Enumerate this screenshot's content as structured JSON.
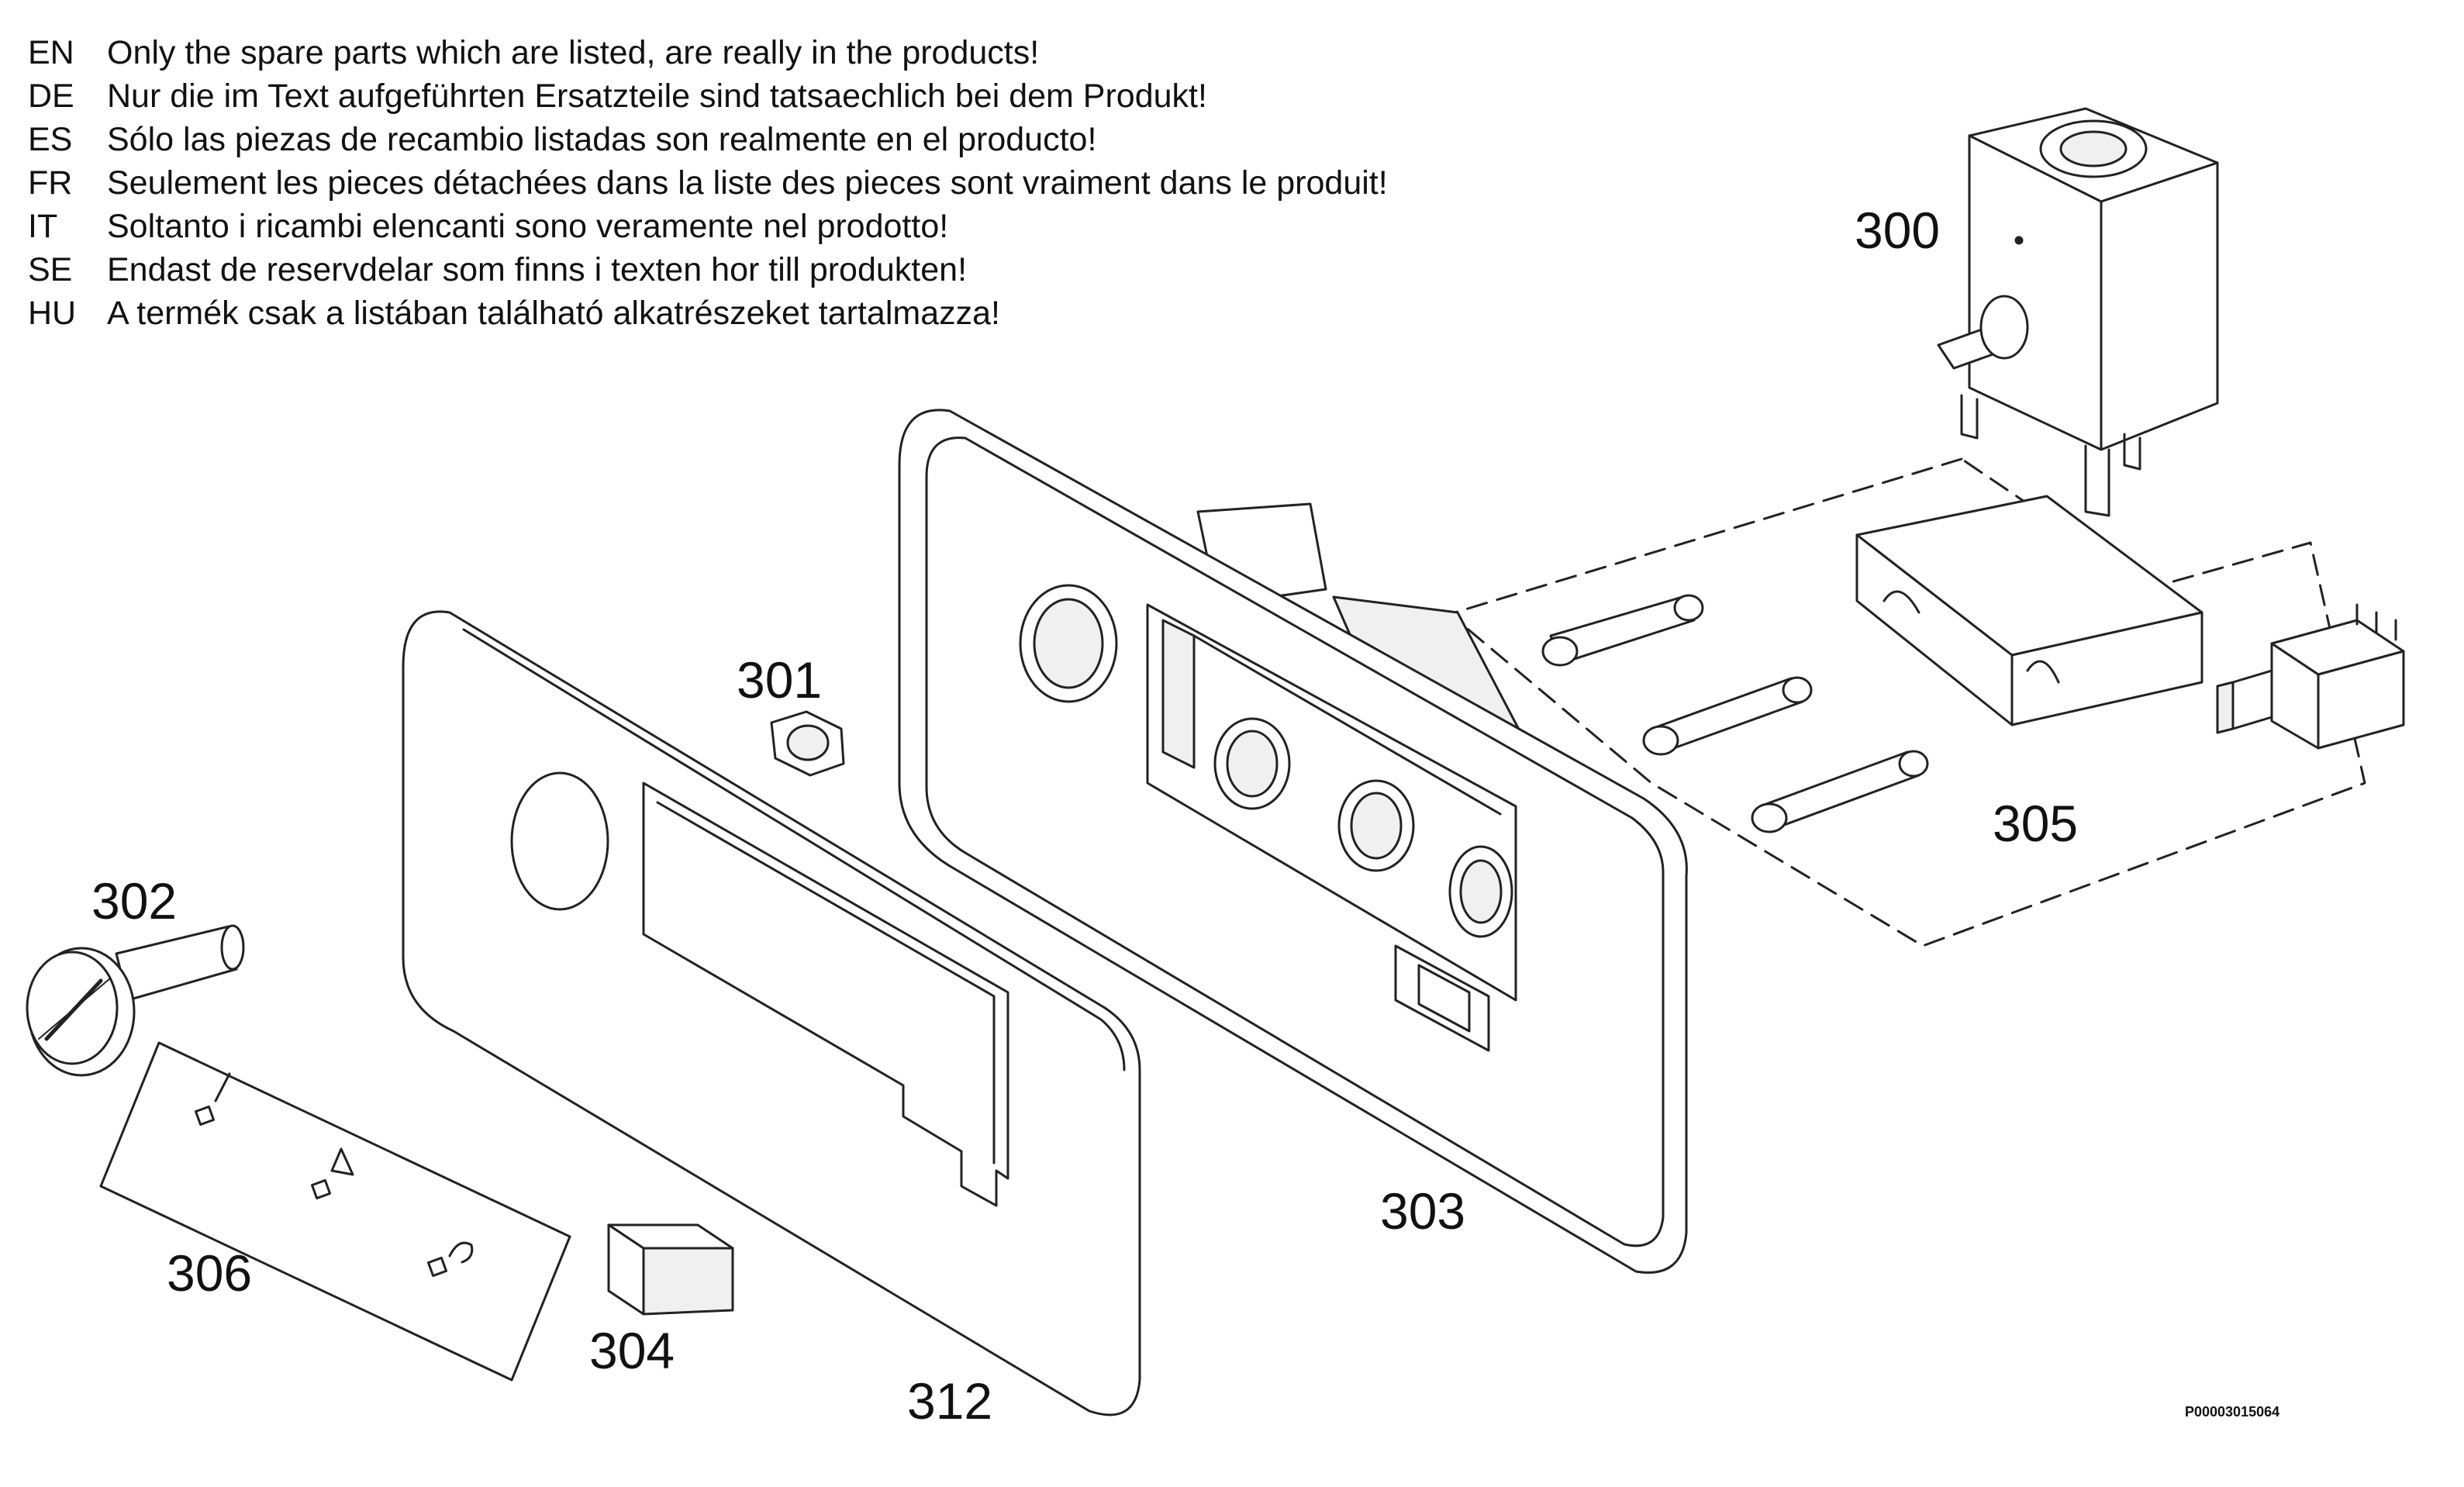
{
  "notice": [
    {
      "code": "EN",
      "text": "Only the spare parts which are listed, are really in the products!"
    },
    {
      "code": "DE",
      "text": "Nur die im Text aufgeführten Ersatzteile sind tatsaechlich bei dem Produkt!"
    },
    {
      "code": "ES",
      "text": "Sólo las piezas de recambio  listadas son realmente en el producto!"
    },
    {
      "code": "FR",
      "text": "Seulement les pieces détachées dans la liste des pieces sont vraiment dans le produit!"
    },
    {
      "code": "IT",
      "text": "Soltanto i ricambi elencanti sono veramente nel prodotto!"
    },
    {
      "code": "SE",
      "text": "Endast de reservdelar som finns i texten hor till produkten!"
    },
    {
      "code": "HU",
      "text": "A termék csak a listában található alkatrészeket tartalmazza!"
    }
  ],
  "callouts": {
    "c300": "300",
    "c301": "301",
    "c302": "302",
    "c303": "303",
    "c304": "304",
    "c305": "305",
    "c306": "306",
    "c312": "312"
  },
  "doc_id": "P00003015064",
  "colors": {
    "line": "#222222",
    "background": "#ffffff",
    "shade": "#f0f0f0"
  },
  "icons": {
    "label_symbols": [
      "power-symbol",
      "warning-triangle-symbol",
      "cycle-symbol"
    ]
  }
}
